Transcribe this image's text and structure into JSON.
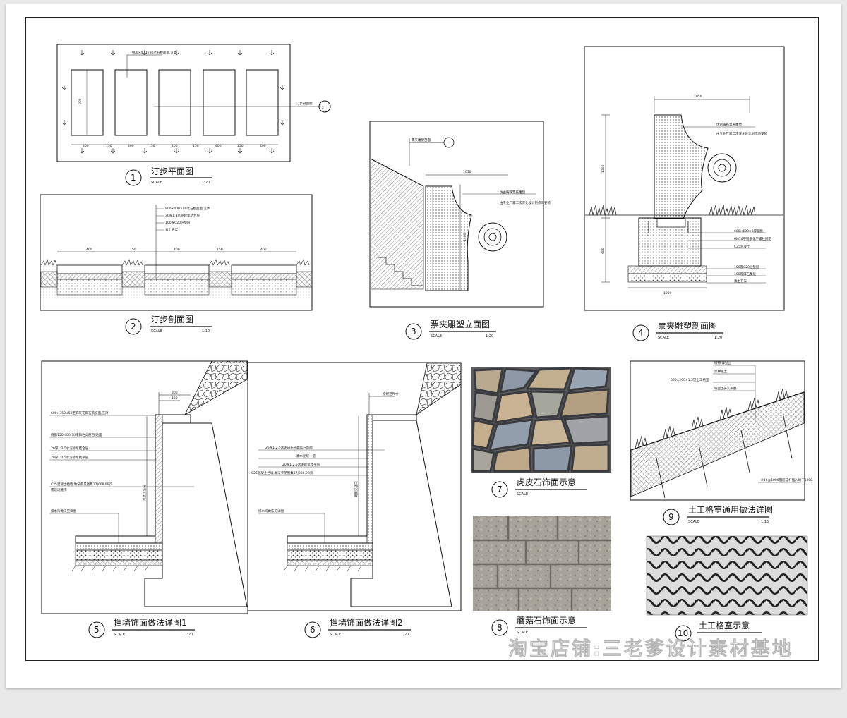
{
  "panels": [
    {
      "num": "1",
      "title": "汀步平面图",
      "scale_label": "SCALE",
      "scale": "1:20"
    },
    {
      "num": "2",
      "title": "汀步剖面图",
      "scale_label": "SCALE",
      "scale": "1:10"
    },
    {
      "num": "3",
      "title": "票夹雕塑立面图",
      "scale_label": "SCALE",
      "scale": "1:20"
    },
    {
      "num": "4",
      "title": "票夹雕塑剖面图",
      "scale_label": "SCALE",
      "scale": "1:20"
    },
    {
      "num": "5",
      "title": "挡墙饰面做法详图1",
      "scale_label": "SCALE",
      "scale": "1:20"
    },
    {
      "num": "6",
      "title": "挡墙饰面做法详图2",
      "scale_label": "SCALE",
      "scale": "1:20"
    },
    {
      "num": "7",
      "title": "虎皮石饰面示意",
      "scale_label": "SCALE",
      "scale": ""
    },
    {
      "num": "8",
      "title": "蘑菇石饰面示意",
      "scale_label": "SCALE",
      "scale": ""
    },
    {
      "num": "9",
      "title": "土工格室通用做法详图",
      "scale_label": "SCALE",
      "scale": "1:15"
    },
    {
      "num": "10",
      "title": "土工格室示意",
      "scale_label": "",
      "scale": ""
    }
  ],
  "p1": {
    "note": "900×400×80老石板面面,汀步",
    "section_mark": "汀步剖面图",
    "height_dim": "900",
    "dims": [
      "400",
      "150",
      "400",
      "150",
      "400",
      "150",
      "400",
      "150",
      "400"
    ]
  },
  "p2": {
    "notes": [
      "900×400×80老石板面面,汀步",
      "30厚1:3水泥砂浆结合层",
      "100厚C20砼垫层",
      "素土夯实"
    ],
    "dims": [
      "400",
      "150",
      "400",
      "150",
      "400"
    ]
  },
  "p3": {
    "mark": "票夹雕塑剖面",
    "width_dim": "1050",
    "height_dim": "1300",
    "notes": [
      "仿古铸铁票夹雕塑",
      "由专业厂家二次深化设计制作与安装"
    ]
  },
  "p4": {
    "width_dim": "1050",
    "base_dim": "1000",
    "heights": [
      "1300",
      "600"
    ],
    "notes": [
      "仿古铸铁票夹雕塑",
      "由专业厂家二次深化设计制作与安装",
      "600×600×8厚钢板",
      "6M16不锈钢化学螺栓固定",
      "C25混凝土",
      "100厚C20砼垫层",
      "100厚碎石垫层",
      "素土夯实"
    ]
  },
  "p5": {
    "dims": [
      "300",
      "120"
    ],
    "notes": [
      "600×350×50芝麻灰花岗石荔枝面,压顶",
      "挑檐150-400,30厚鳞色虎皮石,贴面",
      "20厚1:2.5水泥砂浆结合层",
      "20厚1:2.5水泥砂浆找平层",
      "C25混凝土挡墙,做法参见图集17J008,9B页",
      "或现场施作",
      "排水沟做法见详图"
    ],
    "height_label": "高度见竖向"
  },
  "p6": {
    "top_label": "按规范尺寸",
    "notes": [
      "25厚1:2.5水泥白石子蘑菇石饰面",
      "素水泥浆一道",
      "20厚1:2.5水泥砂浆找平层",
      "C25混凝土挡墙,做法参见图集17J008,9B页"
    ],
    "height_label": "高度见竖向",
    "bottom_note": "排水沟做法见详图"
  },
  "p9": {
    "notes": [
      "植物,详见园",
      "黑种植土",
      "660×200×1.5塑土工格室",
      "坡面土夯实平整"
    ],
    "anchor_note": "∅16@1000钢筋锚杆插入地下1000"
  },
  "watermark": "淘宝店铺:三老爹设计素材基地"
}
